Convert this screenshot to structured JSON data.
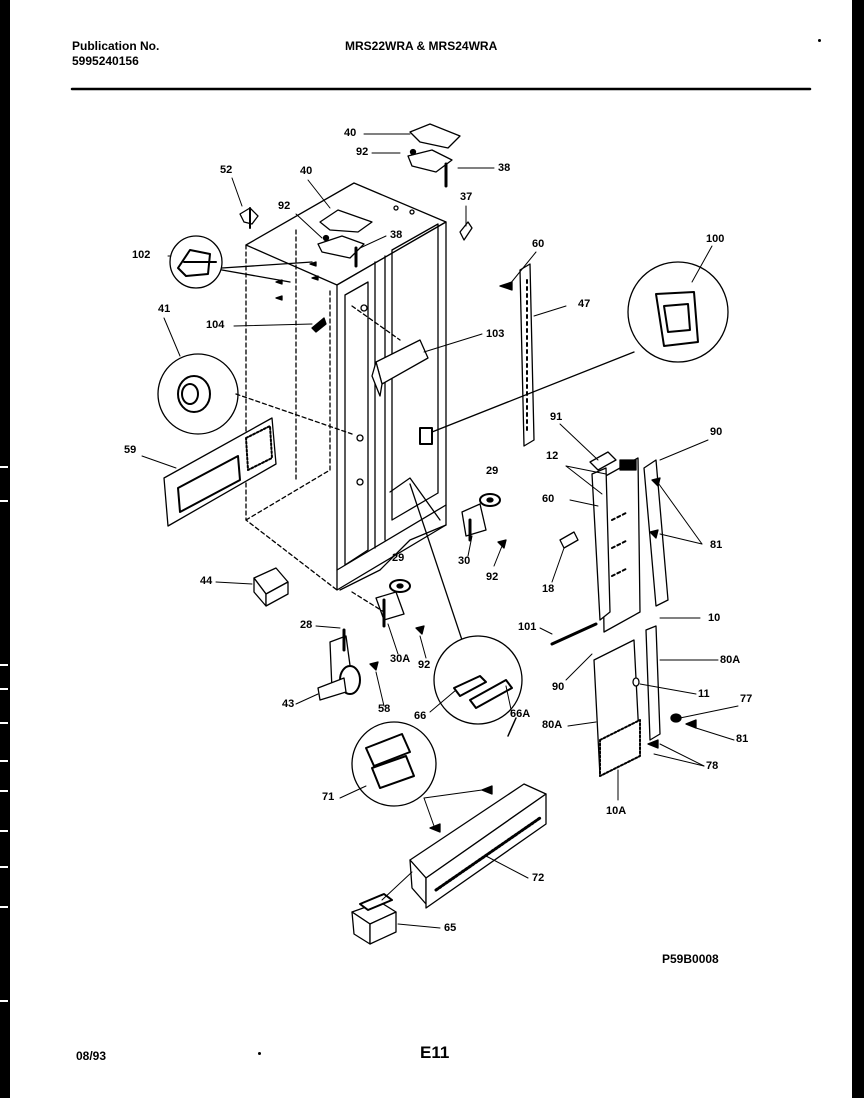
{
  "header": {
    "pub_label": "Publication No.",
    "pub_number": "5995240156",
    "models": "MRS22WRA & MRS24WRA"
  },
  "footer": {
    "date": "08/93",
    "page": "E11",
    "drawing_code": "P59B0008"
  },
  "callouts": {
    "c40a": "40",
    "c92a": "92",
    "c38a": "38",
    "c52": "52",
    "c40b": "40",
    "c37": "37",
    "c92b": "92",
    "c38b": "38",
    "c60a": "60",
    "c102": "102",
    "c100": "100",
    "c47": "47",
    "c41": "41",
    "c104": "104",
    "c103": "103",
    "c91": "91",
    "c90a": "90",
    "c59": "59",
    "c12": "12",
    "c29a": "29",
    "c60b": "60",
    "c81a": "81",
    "c30a": "30",
    "c92c": "92",
    "c18": "18",
    "c44": "44",
    "c29b": "29",
    "c10": "10",
    "c101": "101",
    "c28": "28",
    "c30A": "30A",
    "c92d": "92",
    "c80Aa": "80A",
    "c90b": "90",
    "c11": "11",
    "c43": "43",
    "c58": "58",
    "c66": "66",
    "c66A": "66A",
    "c77": "77",
    "c80Ab": "80A",
    "c81b": "81",
    "c78": "78",
    "c10A": "10A",
    "c71": "71",
    "c72": "72",
    "c65": "65"
  }
}
